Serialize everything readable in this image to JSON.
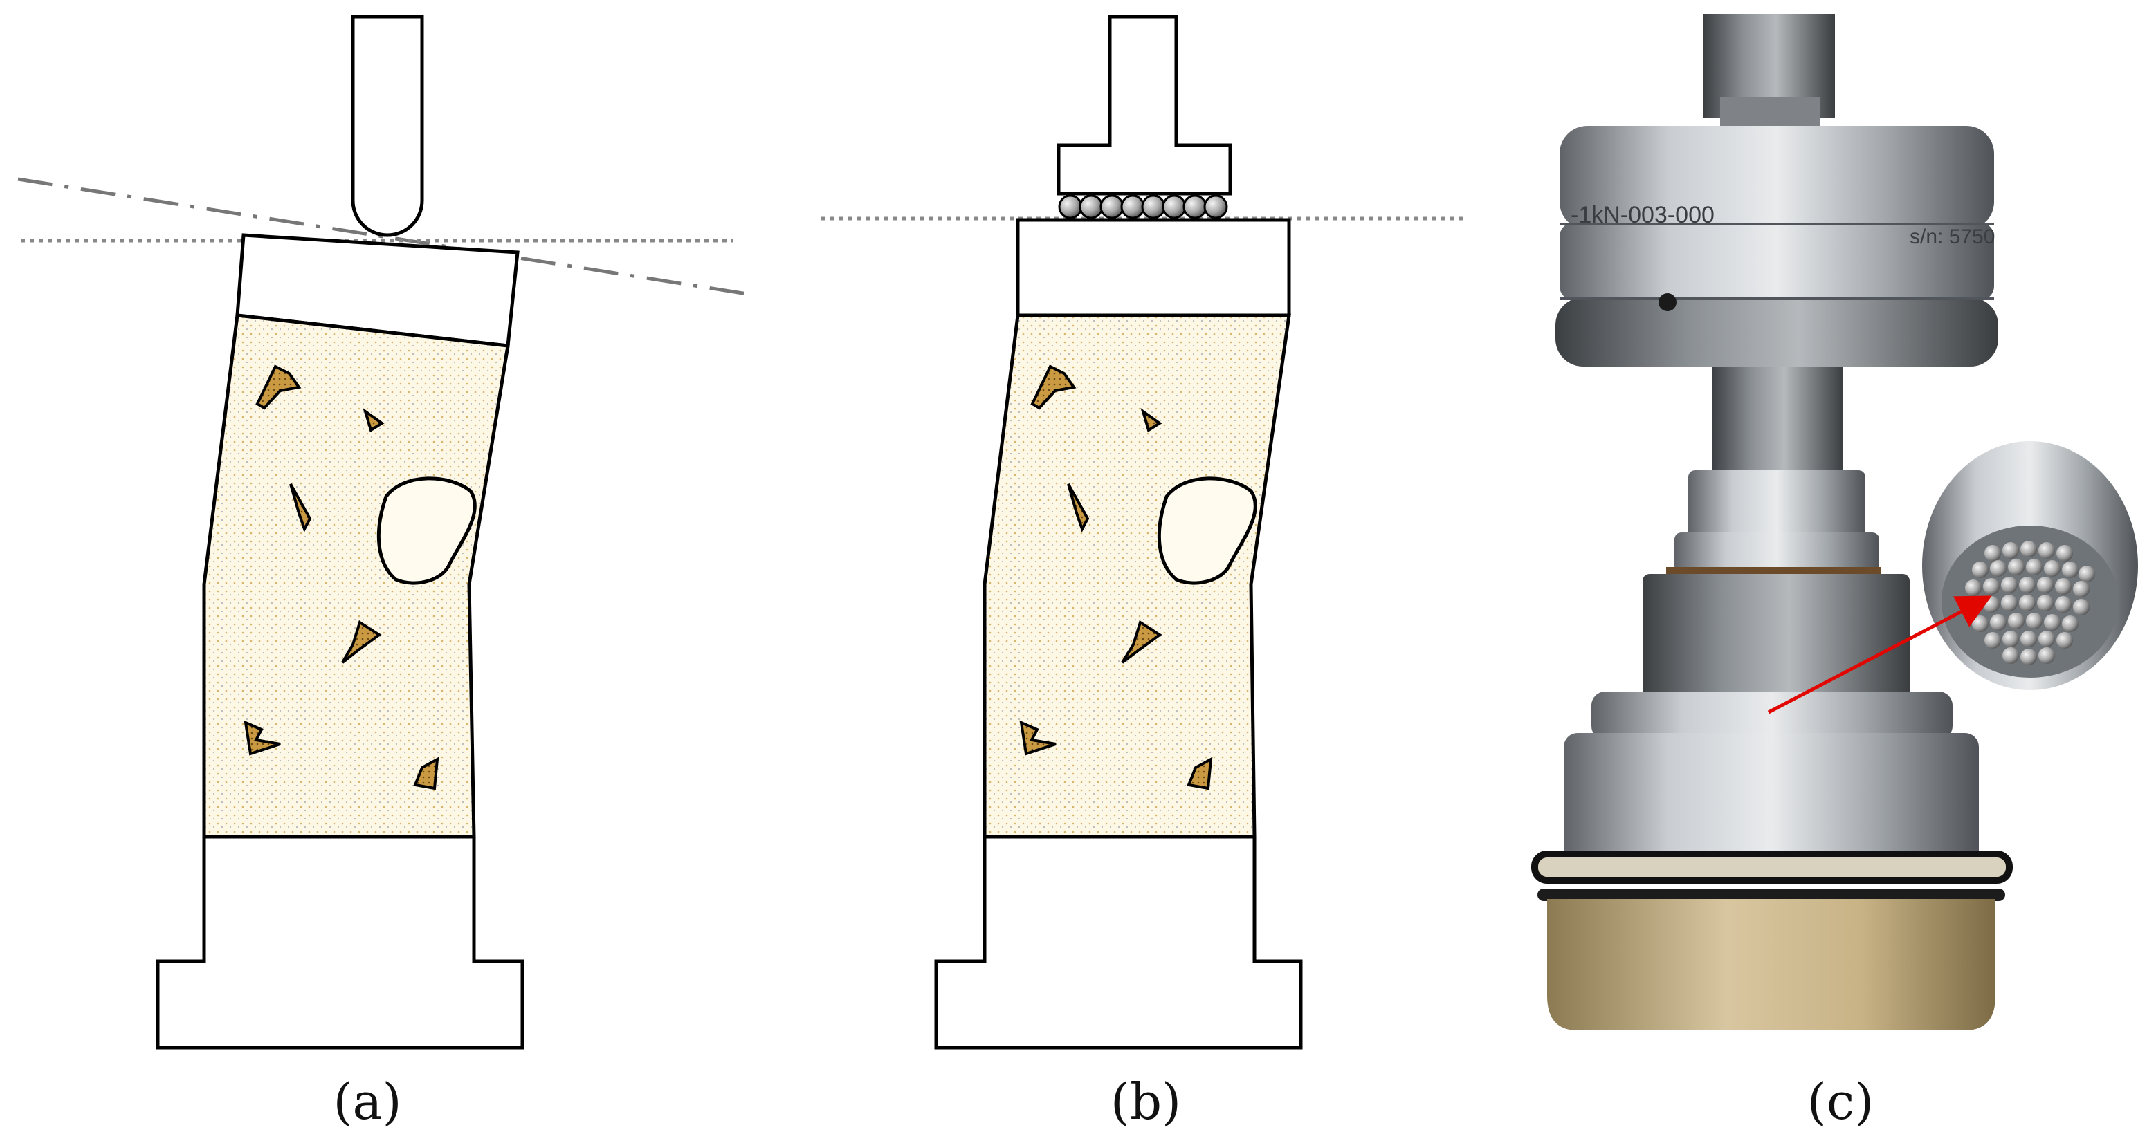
{
  "figure": {
    "panels": [
      {
        "id": "a",
        "caption": "(a)",
        "label": "a"
      },
      {
        "id": "b",
        "caption": "(b)",
        "label": "b"
      },
      {
        "id": "c",
        "caption": "(c)",
        "label": "c"
      }
    ],
    "photo_text": {
      "load_cell_model": "-1kN-003-000",
      "serial": "s/n: 5750"
    },
    "colors": {
      "outline": "#000000",
      "specimen_fill": "#fbf3dd",
      "aggregate_fill": "#c99a42",
      "ball_fill": "#b8b8b8",
      "steel": "#9aa0a6",
      "arrow": "#e10600",
      "base_beige": "#cdb98e"
    }
  }
}
